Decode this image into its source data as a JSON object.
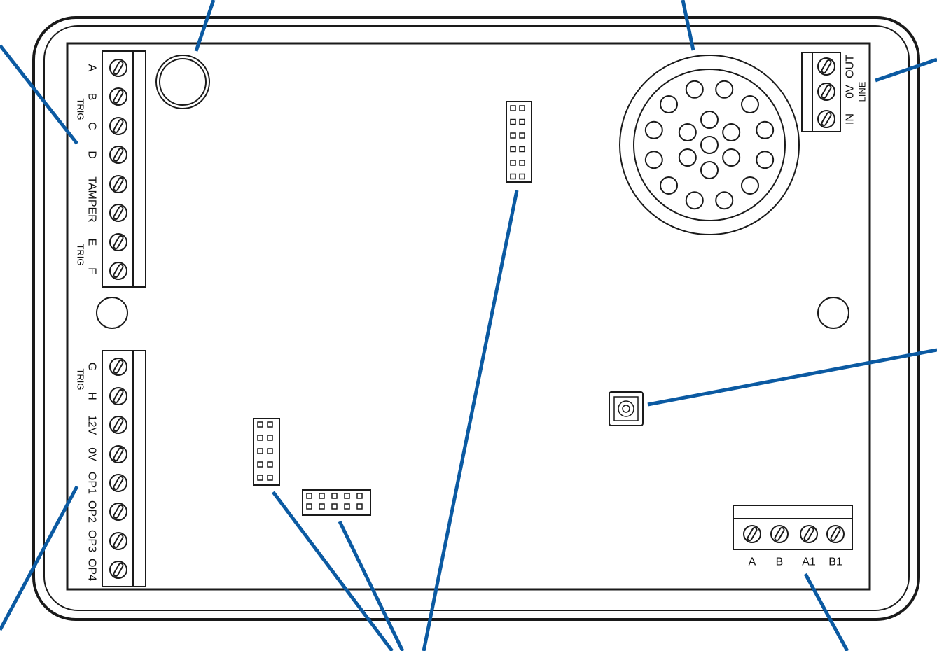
{
  "colors": {
    "outline": "#1a1a1a",
    "leader": "#0b5aa2"
  },
  "terminal_top_left": {
    "labels": [
      "A",
      "B",
      "C",
      "D",
      "TAMPER",
      "E",
      "F"
    ],
    "trig_labels": [
      "TRIG",
      "TRIG"
    ]
  },
  "terminal_bottom_left": {
    "labels": [
      "G",
      "H",
      "12V",
      "0V",
      "OP1",
      "OP2",
      "OP3",
      "OP4"
    ],
    "trig_labels": [
      "TRIG"
    ]
  },
  "terminal_line": {
    "labels": [
      "IN",
      "0V",
      "OUT"
    ],
    "group_label": "LINE"
  },
  "terminal_bus": {
    "labels": [
      "A",
      "B",
      "A1",
      "B1"
    ]
  }
}
